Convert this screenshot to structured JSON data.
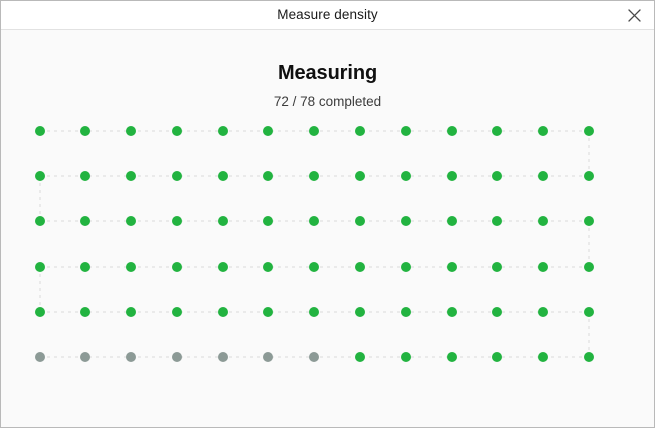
{
  "window": {
    "title": "Measure density",
    "close_icon": "close-icon"
  },
  "main": {
    "heading": "Measuring",
    "progress_text": "72 / 78 completed",
    "completed": 72,
    "total": 78
  },
  "grid": {
    "columns": 13,
    "rows": 6,
    "col_x": [
      48,
      93,
      139,
      185,
      231,
      276,
      322,
      368,
      414,
      460,
      505,
      551,
      597
    ],
    "row_y": [
      155,
      200,
      245,
      291,
      336,
      381
    ],
    "colors": {
      "done": "#22b340",
      "pending": "#8c9a96",
      "path": "#d9d9d9"
    },
    "cells": [
      [
        "done",
        "done",
        "done",
        "done",
        "done",
        "done",
        "done",
        "done",
        "done",
        "done",
        "done",
        "done",
        "done"
      ],
      [
        "done",
        "done",
        "done",
        "done",
        "done",
        "done",
        "done",
        "done",
        "done",
        "done",
        "done",
        "done",
        "done"
      ],
      [
        "done",
        "done",
        "done",
        "done",
        "done",
        "done",
        "done",
        "done",
        "done",
        "done",
        "done",
        "done",
        "done"
      ],
      [
        "done",
        "done",
        "done",
        "done",
        "done",
        "done",
        "done",
        "done",
        "done",
        "done",
        "done",
        "done",
        "done"
      ],
      [
        "done",
        "done",
        "done",
        "done",
        "done",
        "done",
        "done",
        "done",
        "done",
        "done",
        "done",
        "done",
        "done"
      ],
      [
        "pending",
        "pending",
        "pending",
        "pending",
        "pending",
        "pending",
        "pending",
        "done",
        "done",
        "done",
        "done",
        "done",
        "done"
      ]
    ]
  }
}
